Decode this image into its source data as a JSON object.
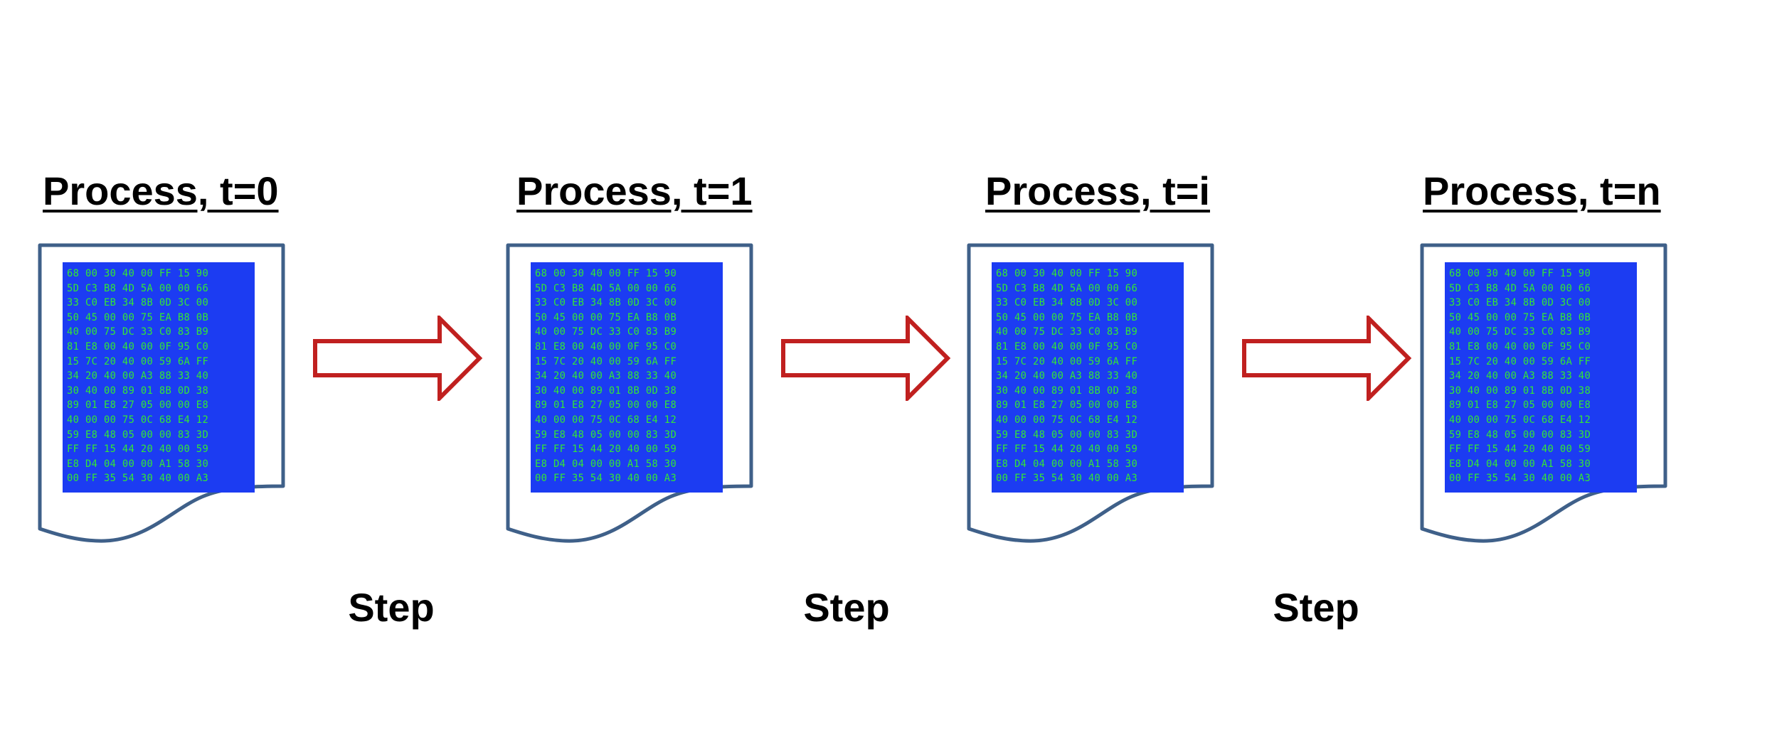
{
  "stages": [
    {
      "title": "Process, t=0"
    },
    {
      "title": "Process, t=1"
    },
    {
      "title": "Process, t=i"
    },
    {
      "title": "Process, t=n"
    }
  ],
  "hex_lines": [
    "68 00 30 40 00 FF 15 90",
    "5D C3 B8 4D 5A 00 00 66",
    "33 C0 EB 34 8B 0D 3C 00",
    "50 45 00 00 75 EA B8 0B",
    "40 00 75 DC 33 C0 83 B9",
    "81 E8 00 40 00 0F 95 C0",
    "15 7C 20 40 00 59 6A FF",
    "34 20 40 00 A3 88 33 40",
    "30 40 00 89 01 8B 0D 38",
    "89 01 E8 27 05 00 00 E8",
    "40 00 00 75 0C 68 E4 12",
    "59 E8 48 05 00 00 83 3D",
    "FF FF 15 44 20 40 00 59",
    "E8 D4 04 00 00 A1 58 30",
    "00 FF 35 54 30 40 00 A3"
  ],
  "steps": [
    {
      "label": "Step"
    },
    {
      "label": "Step"
    },
    {
      "label": "Step"
    }
  ],
  "colors": {
    "document_outline": "#3f6089",
    "hex_background": "#1c3cf2",
    "hex_text": "#33e833",
    "arrow_outline": "#c0201f",
    "arrow_fill": "#ffffff"
  }
}
